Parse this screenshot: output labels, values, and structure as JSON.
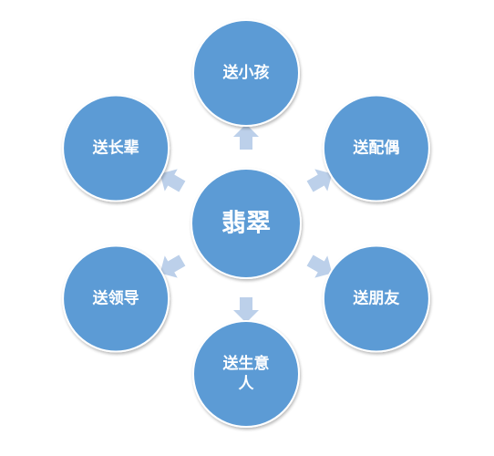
{
  "center": {
    "label": "翡翠"
  },
  "nodes": [
    {
      "id": "top",
      "lines": [
        "送小孩"
      ]
    },
    {
      "id": "top-right",
      "lines": [
        "送配偶"
      ]
    },
    {
      "id": "bottom-right",
      "lines": [
        "送朋友"
      ]
    },
    {
      "id": "bottom",
      "lines": [
        "送生意",
        "人"
      ]
    },
    {
      "id": "bottom-left",
      "lines": [
        "送领导"
      ]
    },
    {
      "id": "top-left",
      "lines": [
        "送长辈"
      ]
    }
  ],
  "colors": {
    "circle": "#5b9bd5",
    "circle_border": "#ffffff",
    "arrow": "#bcd0ea",
    "background": "#ffffff"
  }
}
